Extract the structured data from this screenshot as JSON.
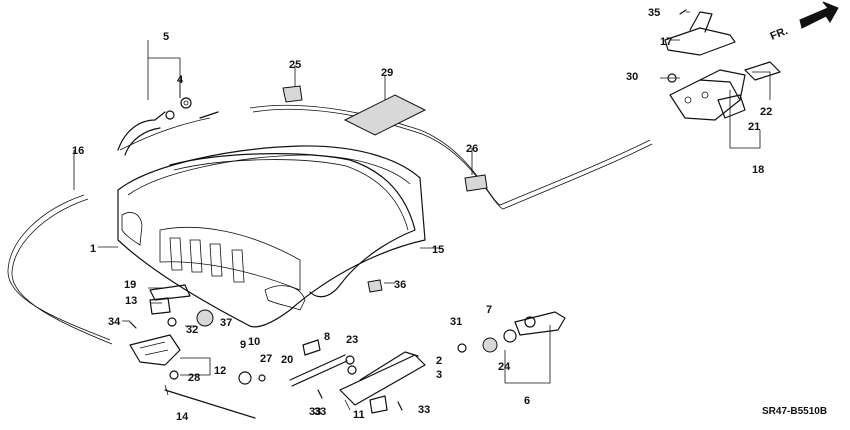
{
  "diagram": {
    "code": "SR47-B5510B",
    "direction_label": "FR.",
    "callouts": [
      "1",
      "2",
      "3",
      "4",
      "5",
      "6",
      "7",
      "8",
      "9",
      "10",
      "11",
      "12",
      "13",
      "14",
      "15",
      "16",
      "17",
      "18",
      "19",
      "20",
      "21",
      "22",
      "23",
      "24",
      "25",
      "26",
      "27",
      "28",
      "29",
      "30",
      "31",
      "32",
      "33",
      "33",
      "33",
      "34",
      "35",
      "36",
      "37"
    ]
  }
}
